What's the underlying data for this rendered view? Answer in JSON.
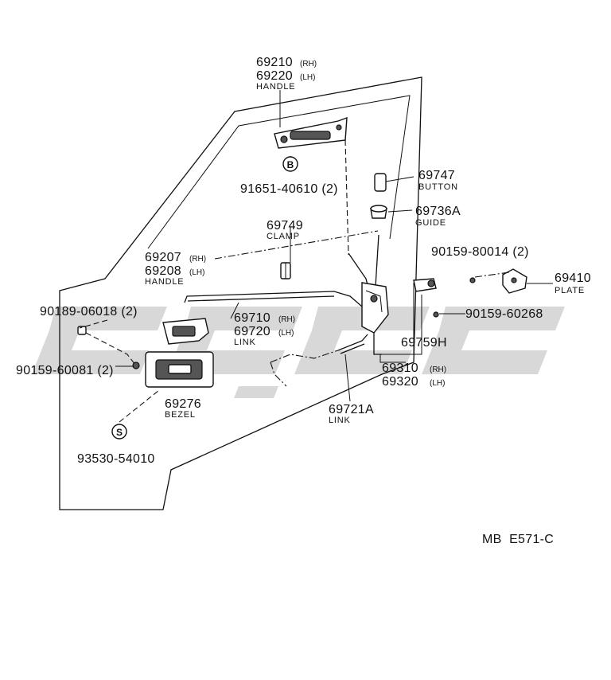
{
  "diagram_code": "MB  E571-C",
  "parts": [
    {
      "id": "handle-outer",
      "numbers": [
        {
          "no": "69210",
          "side": "(RH)"
        },
        {
          "no": "69220",
          "side": "(LH)"
        }
      ],
      "label": "HANDLE"
    },
    {
      "id": "screw-b",
      "numbers": [
        {
          "no": "91651-40610 (2)",
          "side": ""
        }
      ],
      "label": "",
      "badge": "B"
    },
    {
      "id": "button",
      "numbers": [
        {
          "no": "69747",
          "side": ""
        }
      ],
      "label": "BUTTON"
    },
    {
      "id": "guide",
      "numbers": [
        {
          "no": "69736A",
          "side": ""
        }
      ],
      "label": "GUIDE"
    },
    {
      "id": "clamp",
      "numbers": [
        {
          "no": "69749",
          "side": ""
        }
      ],
      "label": "CLAMP"
    },
    {
      "id": "screw-80014",
      "numbers": [
        {
          "no": "90159-80014 (2)",
          "side": ""
        }
      ],
      "label": ""
    },
    {
      "id": "handle-inner",
      "numbers": [
        {
          "no": "69207",
          "side": "(RH)"
        },
        {
          "no": "69208",
          "side": "(LH)"
        }
      ],
      "label": "HANDLE"
    },
    {
      "id": "plate",
      "numbers": [
        {
          "no": "69410",
          "side": ""
        }
      ],
      "label": "PLATE"
    },
    {
      "id": "nut-06018",
      "numbers": [
        {
          "no": "90189-06018 (2)",
          "side": ""
        }
      ],
      "label": ""
    },
    {
      "id": "screw-60268",
      "numbers": [
        {
          "no": "90159-60268",
          "side": ""
        }
      ],
      "label": ""
    },
    {
      "id": "link-inner",
      "numbers": [
        {
          "no": "69710",
          "side": "(RH)"
        },
        {
          "no": "69720",
          "side": "(LH)"
        }
      ],
      "label": "LINK"
    },
    {
      "id": "rod-69759h",
      "numbers": [
        {
          "no": "69759H",
          "side": ""
        }
      ],
      "label": ""
    },
    {
      "id": "screw-60081",
      "numbers": [
        {
          "no": "90159-60081 (2)",
          "side": ""
        }
      ],
      "label": ""
    },
    {
      "id": "lock-assy",
      "numbers": [
        {
          "no": "69310",
          "side": "(RH)"
        },
        {
          "no": "69320",
          "side": "(LH)"
        }
      ],
      "label": ""
    },
    {
      "id": "bezel",
      "numbers": [
        {
          "no": "69276",
          "side": ""
        }
      ],
      "label": "BEZEL"
    },
    {
      "id": "link-lower",
      "numbers": [
        {
          "no": "69721A",
          "side": ""
        }
      ],
      "label": "LINK"
    },
    {
      "id": "screw-s",
      "numbers": [
        {
          "no": "93530-54010",
          "side": ""
        }
      ],
      "label": "",
      "badge": "S"
    }
  ]
}
